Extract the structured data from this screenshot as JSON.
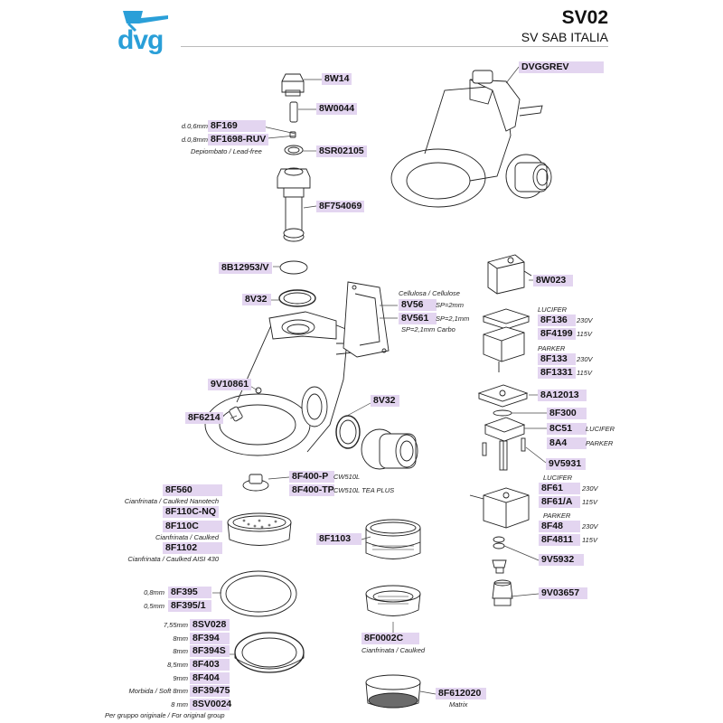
{
  "header": {
    "logo_text": "dvg",
    "code": "SV02",
    "model": "SV SAB ITALIA"
  },
  "parts": {
    "p8W14": "8W14",
    "p8W0044": "8W0044",
    "p8F169": "8F169",
    "p8F169_note": "d.0,6mm",
    "p8F1698": "8F1698-RUV",
    "p8F1698_note": "d.0,8mm",
    "p8F1698_sub": "Depiombato / Lead-free",
    "p8SR02105": "8SR02105",
    "p8F754069": "8F754069",
    "pDVGGREV": "DVGGREV",
    "p8B12953": "8B12953/V",
    "p8V32a": "8V32",
    "p8W023": "8W023",
    "cellulosa": "Cellulosa / Cellulose",
    "p8V56": "8V56",
    "p8V56_note": "SP=2mm",
    "p8V561": "8V561",
    "p8V561_note": "SP=2,1mm",
    "p8V561_sub": "SP=2,1mm  Carbo",
    "lucifer1": "LUCIFER",
    "p8F136": "8F136",
    "p8F136_v": "230V",
    "p8F4199": "8F4199",
    "p8F4199_v": "115V",
    "parker1": "PARKER",
    "p8F133": "8F133",
    "p8F133_v": "230V",
    "p8F1331": "8F1331",
    "p8F1331_v": "115V",
    "p9V10861": "9V10861",
    "p8V32b": "8V32",
    "p8A12013": "8A12013",
    "p8F300": "8F300",
    "p8C51": "8C51",
    "p8C51_note": "LUCIFER",
    "p8A4": "8A4",
    "p8A4_note": "PARKER",
    "p8F6214": "8F6214",
    "p9V5931": "9V5931",
    "p8F400P": "8F400-P",
    "p8F400P_note": "CW510L",
    "p8F400TP": "8F400-TP",
    "p8F400TP_note": "CW510L TEA PLUS",
    "p8F560": "8F560",
    "p8F560_sub": "Cianfrinata / Caulked Nanotech",
    "p8F110CNQ": "8F110C-NQ",
    "p8F110C": "8F110C",
    "p8F110C_sub": "Cianfrinata / Caulked",
    "p8F1102": "8F1102",
    "p8F1102_sub": "Cianfrinata / Caulked AISI 430",
    "lucifer2": "LUCIFER",
    "p8F61": "8F61",
    "p8F61_v": "230V",
    "p8F61A": "8F61/A",
    "p8F61A_v": "115V",
    "parker2": "PARKER",
    "p8F48": "8F48",
    "p8F48_v": "230V",
    "p8F4811": "8F4811",
    "p8F4811_v": "115V",
    "p8F1103": "8F1103",
    "p9V5932": "9V5932",
    "p8F395": "8F395",
    "p8F395_note": "0,8mm",
    "p8F3951": "8F395/1",
    "p8F3951_note": "0,5mm",
    "p9V03657": "9V03657",
    "p8SV028": "8SV028",
    "p8SV028_note": "7,55mm",
    "p8F394": "8F394",
    "p8F394_note": "8mm",
    "p8F394S": "8F394S",
    "p8F394S_note": "8mm",
    "p8F403": "8F403",
    "p8F403_note": "8,5mm",
    "p8F404": "8F404",
    "p8F404_note": "9mm",
    "p8F39475": "8F39475",
    "p8F39475_note": "Morbida / Soft 8mm",
    "p8SV0024": "8SV0024",
    "p8SV0024_note": "8 mm",
    "p8SV0024_sub": "Per gruppo originale / For original group",
    "p8F0002C": "8F0002C",
    "p8F0002C_sub": "Cianfrinata / Caulked",
    "p8F612020": "8F612020",
    "p8F612020_sub": "Matrix"
  },
  "colors": {
    "label_bg": "#e3d5f0",
    "logo_blue": "#2a9fd8",
    "line": "#222222"
  }
}
